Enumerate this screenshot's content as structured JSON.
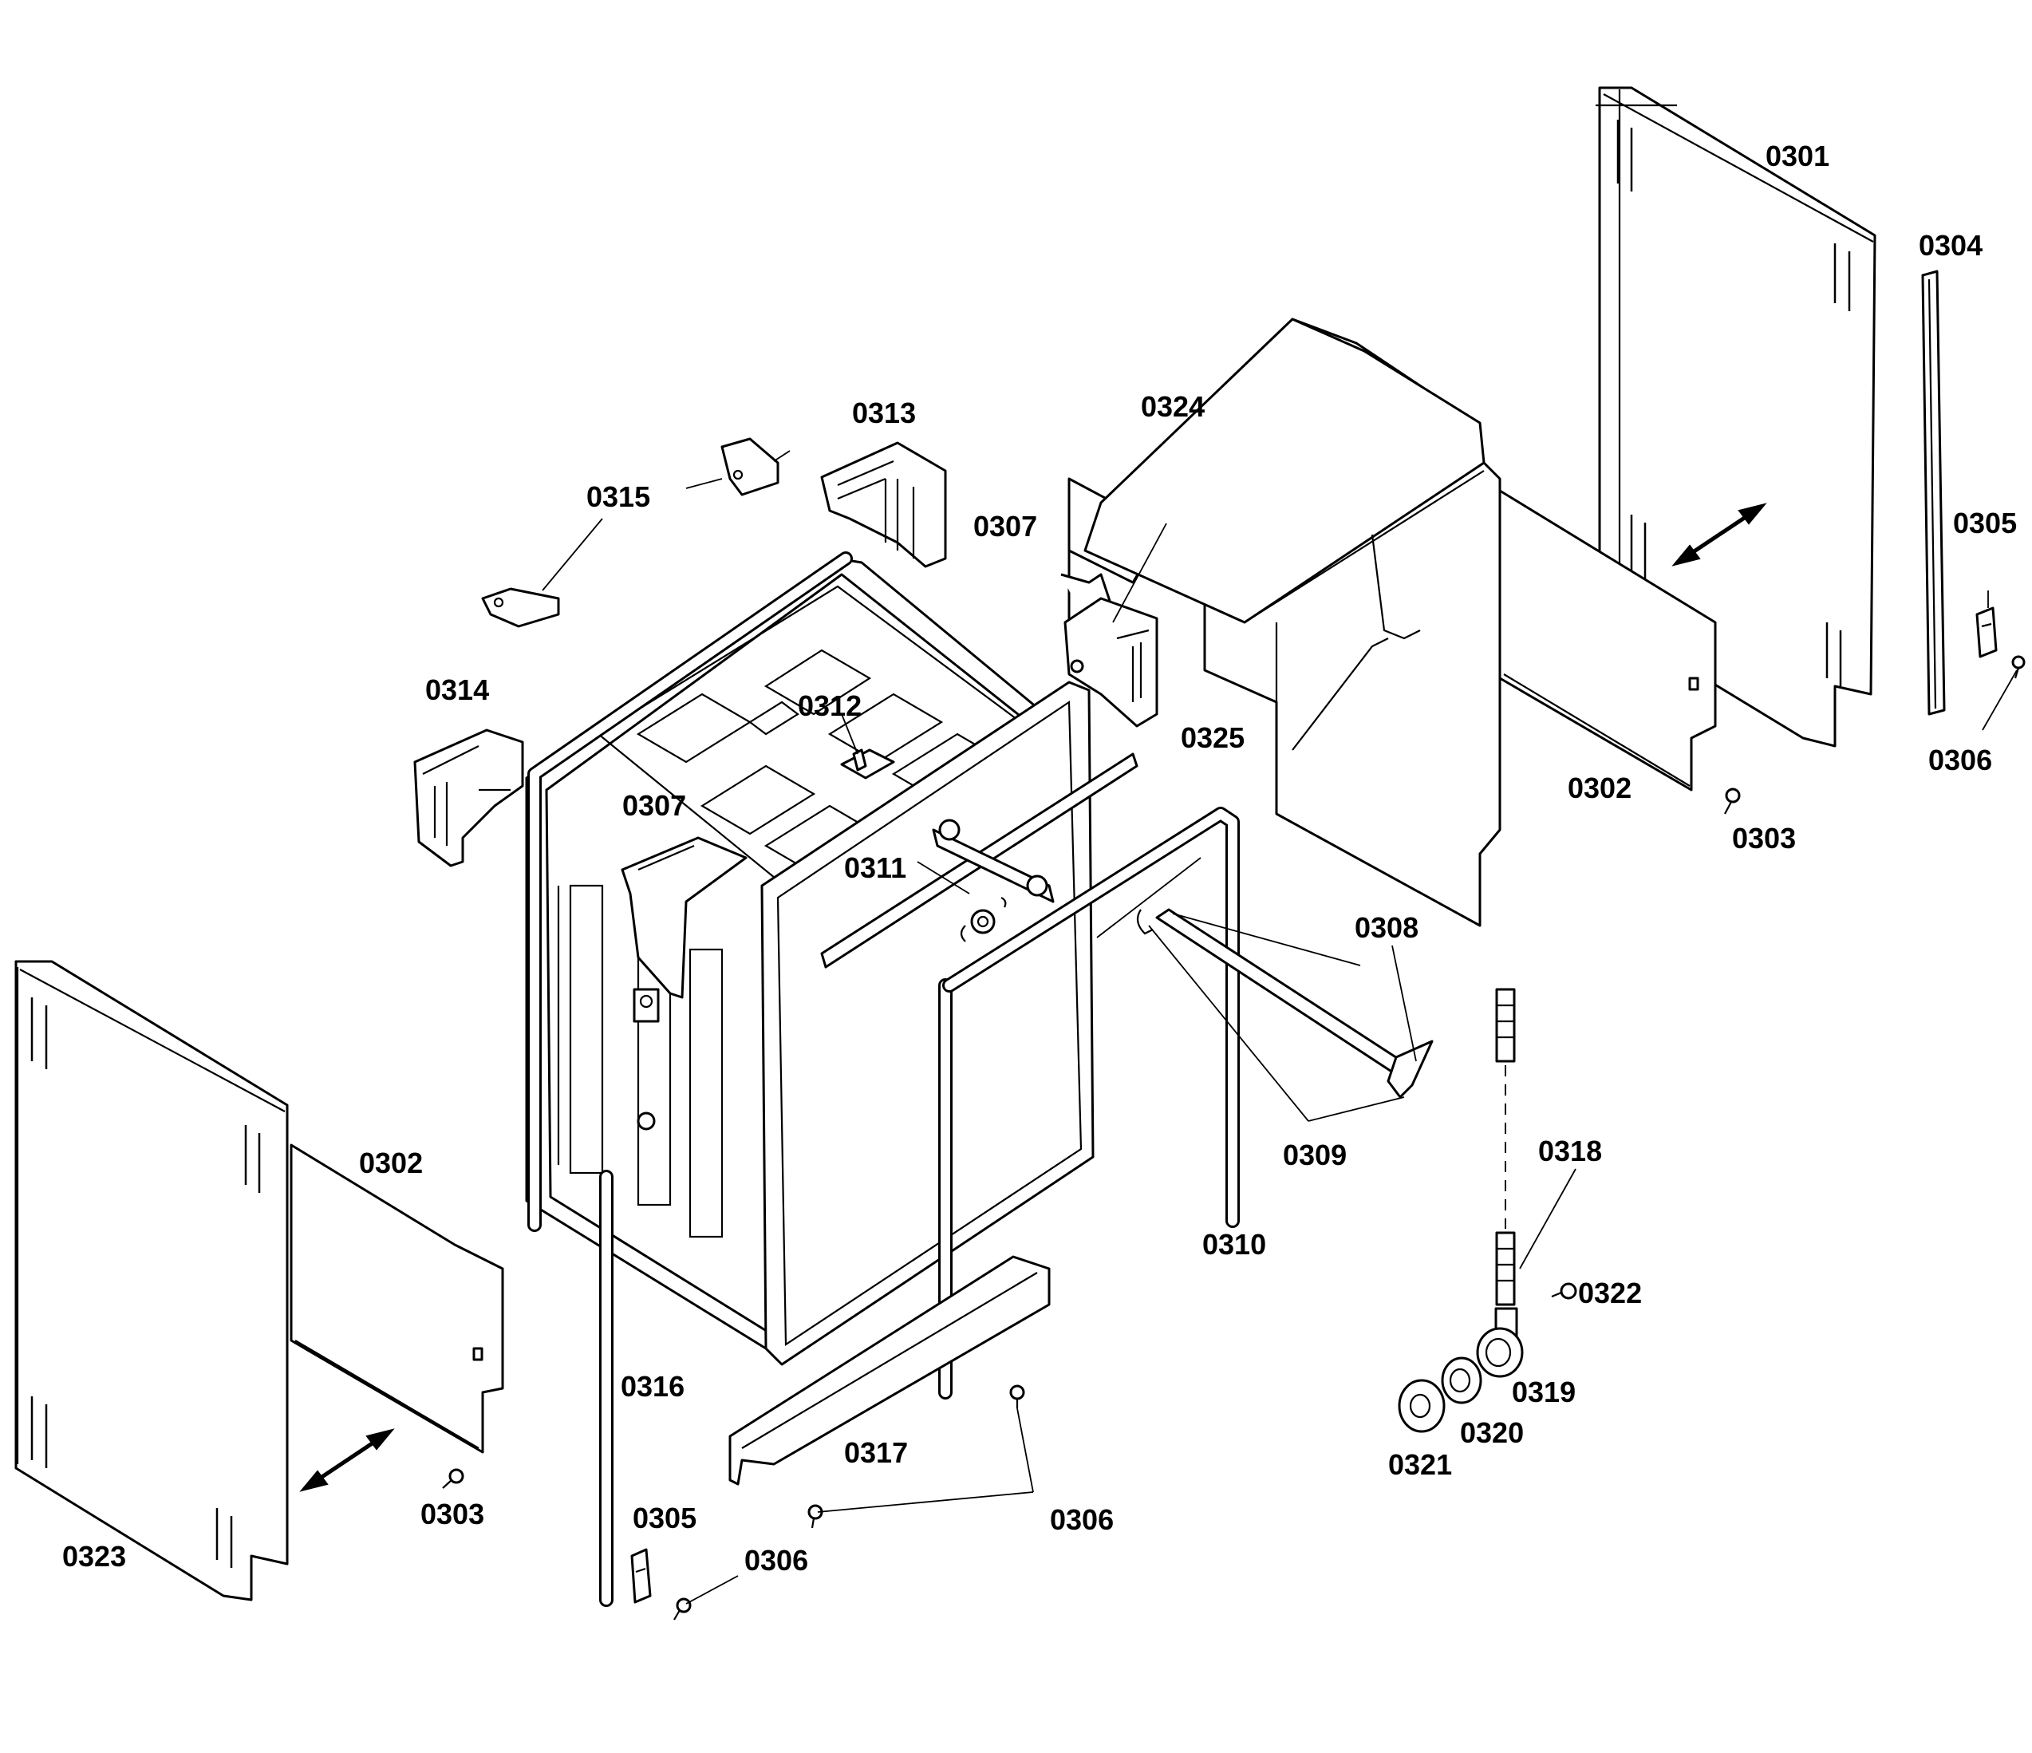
{
  "diagram": {
    "labels": {
      "l0301": "0301",
      "l0302_right": "0302",
      "l0302_left": "0302",
      "l0303_right": "0303",
      "l0303_left": "0303",
      "l0304": "0304",
      "l0305_right": "0305",
      "l0305_left": "0305",
      "l0306_right": "0306",
      "l0306_left": "0306",
      "l0306_bottom": "0306",
      "l0307_top": "0307",
      "l0307_front": "0307",
      "l0308": "0308",
      "l0309": "0309",
      "l0310": "0310",
      "l0311": "0311",
      "l0312": "0312",
      "l0313": "0313",
      "l0314": "0314",
      "l0315": "0315",
      "l0316": "0316",
      "l0317": "0317",
      "l0318": "0318",
      "l0319": "0319",
      "l0320": "0320",
      "l0321": "0321",
      "l0322": "0322",
      "l0323": "0323",
      "l0324": "0324",
      "l0325": "0325"
    },
    "colors": {
      "line": "#000000",
      "background": "#ffffff"
    },
    "icons": {
      "direction_arrow": "double-arrow-icon",
      "screw": "screw-icon"
    }
  }
}
